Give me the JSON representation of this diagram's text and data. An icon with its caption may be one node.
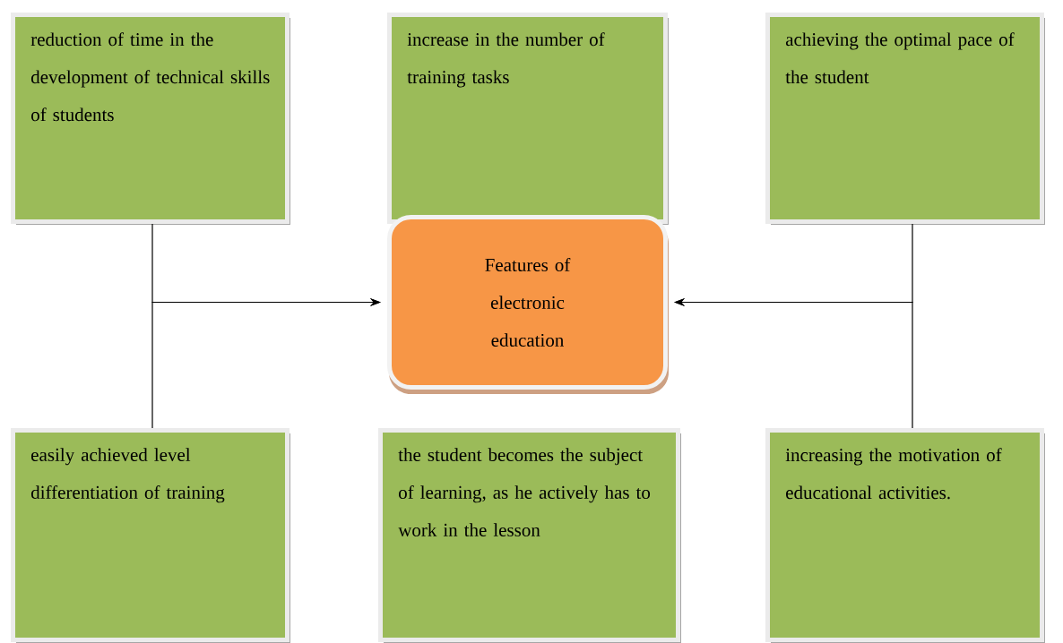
{
  "diagram": {
    "nodes": [
      {
        "text": [
          "reduction of time in the development of technical skills of students"
        ]
      },
      {
        "text": [
          "increase in the number of training tasks"
        ]
      },
      {
        "text": [
          "achieving the optimal pace of the student"
        ]
      },
      {
        "text": [
          "easily achieved level differentiation of training"
        ]
      },
      {
        "text": [
          "the student becomes the subject of learning, as he actively has to work in the lesson"
        ]
      },
      {
        "text": [
          "increasing the motivation of educational activities."
        ]
      },
      {
        "text": [
          "Features of electronic education"
        ]
      }
    ],
    "edges": [
      {
        "from": 0,
        "to": 6,
        "arrow": "to"
      },
      {
        "from": 3,
        "to": 6,
        "arrow": "to"
      },
      {
        "from": 2,
        "to": 6,
        "arrow": "to"
      },
      {
        "from": 5,
        "to": 6,
        "arrow": "to"
      }
    ]
  }
}
